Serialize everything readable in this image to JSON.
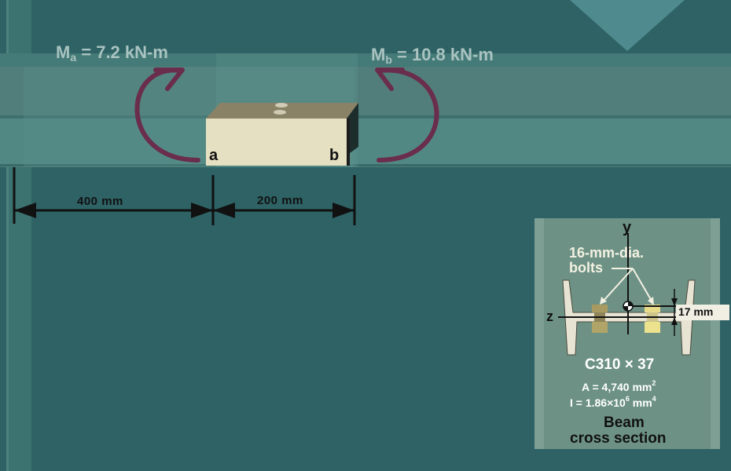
{
  "moments": {
    "a": {
      "symbol": "M",
      "sub": "a",
      "value": "= 7.2 kN-m"
    },
    "b": {
      "symbol": "M",
      "sub": "b",
      "value": "= 10.8 kN-m"
    }
  },
  "points": {
    "a": "a",
    "b": "b"
  },
  "dimensions": {
    "first": "400 mm",
    "second": "200 mm"
  },
  "cross_section": {
    "axis_y": "y",
    "axis_z": "z",
    "bolt_label_line1": "16-mm-dia.",
    "bolt_label_line2": "bolts",
    "offset": "17 mm",
    "designation": "C310 × 37",
    "area_prefix": "A = 4,740 mm",
    "area_exp": "2",
    "inertia_prefix": "I = 1.86×10",
    "inertia_exp": "6",
    "inertia_unit": " mm",
    "inertia_unit_exp": "4",
    "caption_line1": "Beam",
    "caption_line2": "cross section"
  },
  "colors": {
    "background": "#2e6265",
    "beam": "#4f8581",
    "moment_arrow": "#6a2d4c",
    "plate": "#e6e0c2",
    "panel": "#6d9285"
  }
}
